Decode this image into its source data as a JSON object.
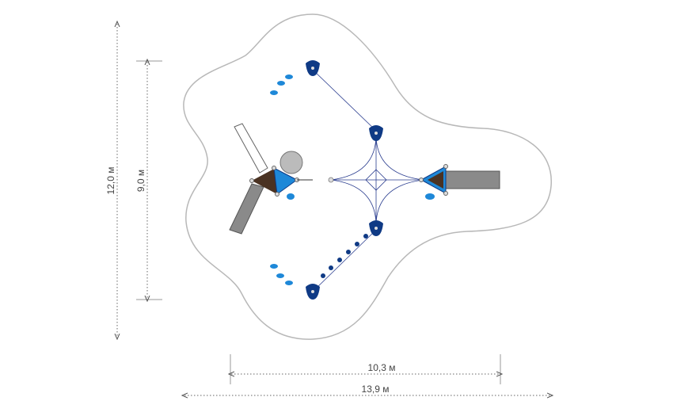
{
  "dimensions": {
    "total_height": "12,0 м",
    "inner_height": "9,0 м",
    "inner_width": "10,3 м",
    "total_width": "13,9 м"
  },
  "colors": {
    "outline": "#b8b8b8",
    "net": "#2a3d8f",
    "dark_blue": "#0f3a85",
    "light_blue": "#1e88d8",
    "roof": "#4a3222",
    "slide": "#8a8a8a"
  }
}
